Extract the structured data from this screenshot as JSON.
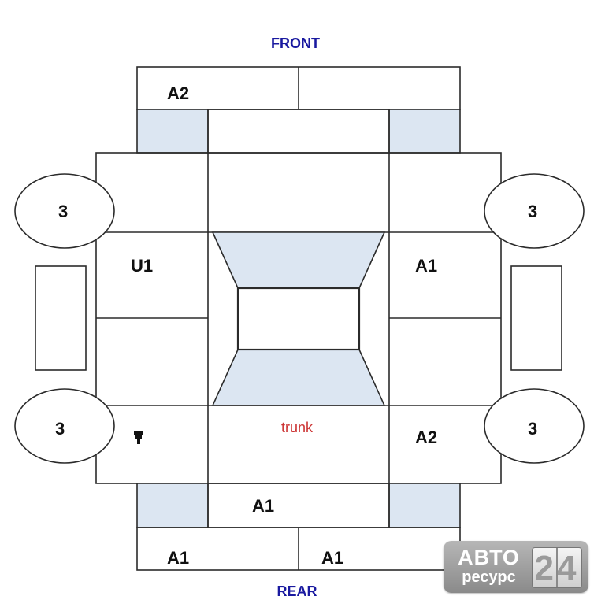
{
  "labels": {
    "front": "FRONT",
    "rear": "REAR",
    "trunk": "trunk"
  },
  "cells": {
    "front_left": "A2",
    "left_mid": "U1",
    "right_mid": "A1",
    "right_rear": "A2",
    "rear_center": "A1",
    "bumper_left": "A1",
    "bumper_right": "A1"
  },
  "wheels": {
    "front_left": "3",
    "front_right": "3",
    "rear_left": "3",
    "rear_right": "3"
  },
  "colors": {
    "line": "#2b2b2b",
    "shade": "#dce6f2",
    "direction_text": "#1a1aa0",
    "trunk_text": "#cc3333",
    "label_text": "#111111"
  },
  "icons": {
    "rear_left_cell": "stamp-icon"
  },
  "watermark": {
    "line1": "АВТО",
    "line2": "ресурс",
    "number": "24"
  }
}
